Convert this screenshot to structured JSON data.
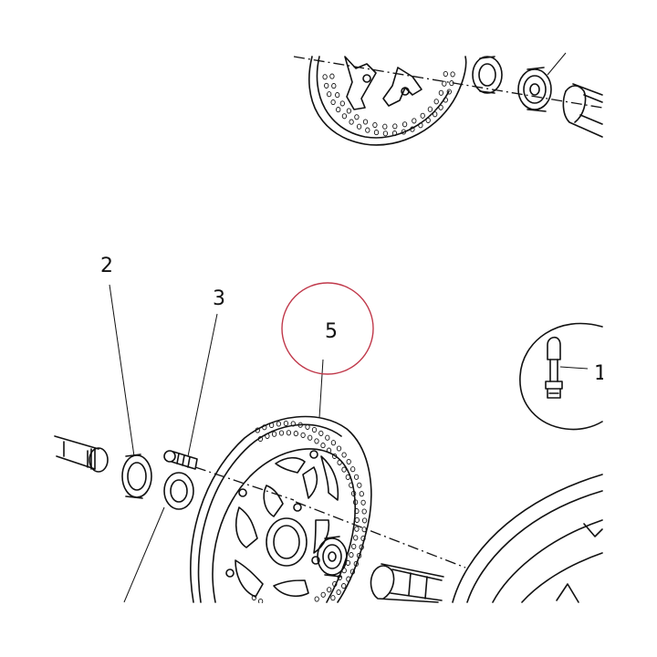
{
  "callouts": [
    {
      "id": "1",
      "label": "1"
    },
    {
      "id": "2",
      "label": "2"
    },
    {
      "id": "3",
      "label": "3"
    },
    {
      "id": "5",
      "label": "5"
    }
  ],
  "colors": {
    "line": "#111111",
    "highlight": "#c0384a",
    "background": "#ffffff"
  }
}
